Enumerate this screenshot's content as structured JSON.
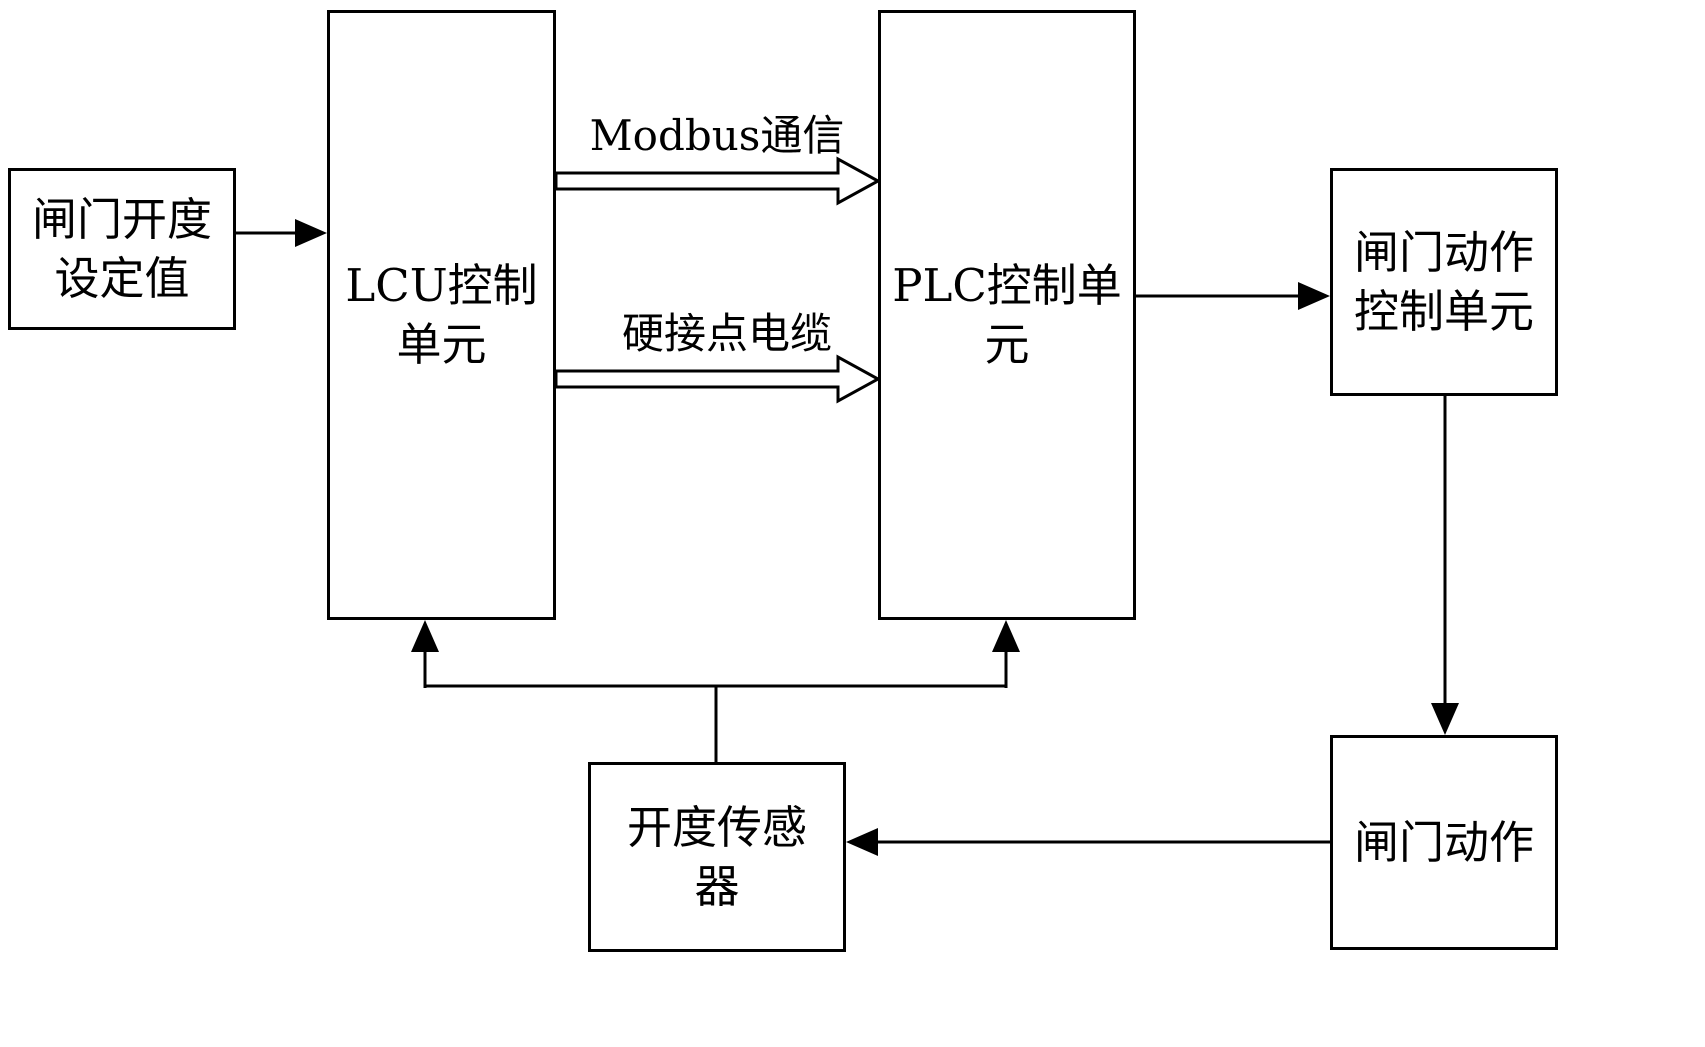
{
  "diagram": {
    "title": "Gate opening control block diagram",
    "colors": {
      "stroke": "#000000",
      "background": "#ffffff"
    },
    "nodes": {
      "setpoint": {
        "lines": [
          "闸门开度",
          "设定值"
        ]
      },
      "lcu": {
        "lines": [
          "LCU控制",
          "单元"
        ]
      },
      "plc": {
        "lines": [
          "PLC控制单",
          "元"
        ]
      },
      "gate_action_ctrl": {
        "lines": [
          "闸门动作",
          "控制单元"
        ]
      },
      "opening_sensor": {
        "lines": [
          "开度传感",
          "器"
        ]
      },
      "gate_action": {
        "lines": [
          "闸门动作"
        ]
      }
    },
    "edge_labels": {
      "modbus": "Modbus通信",
      "hardwire": "硬接点电缆"
    }
  }
}
